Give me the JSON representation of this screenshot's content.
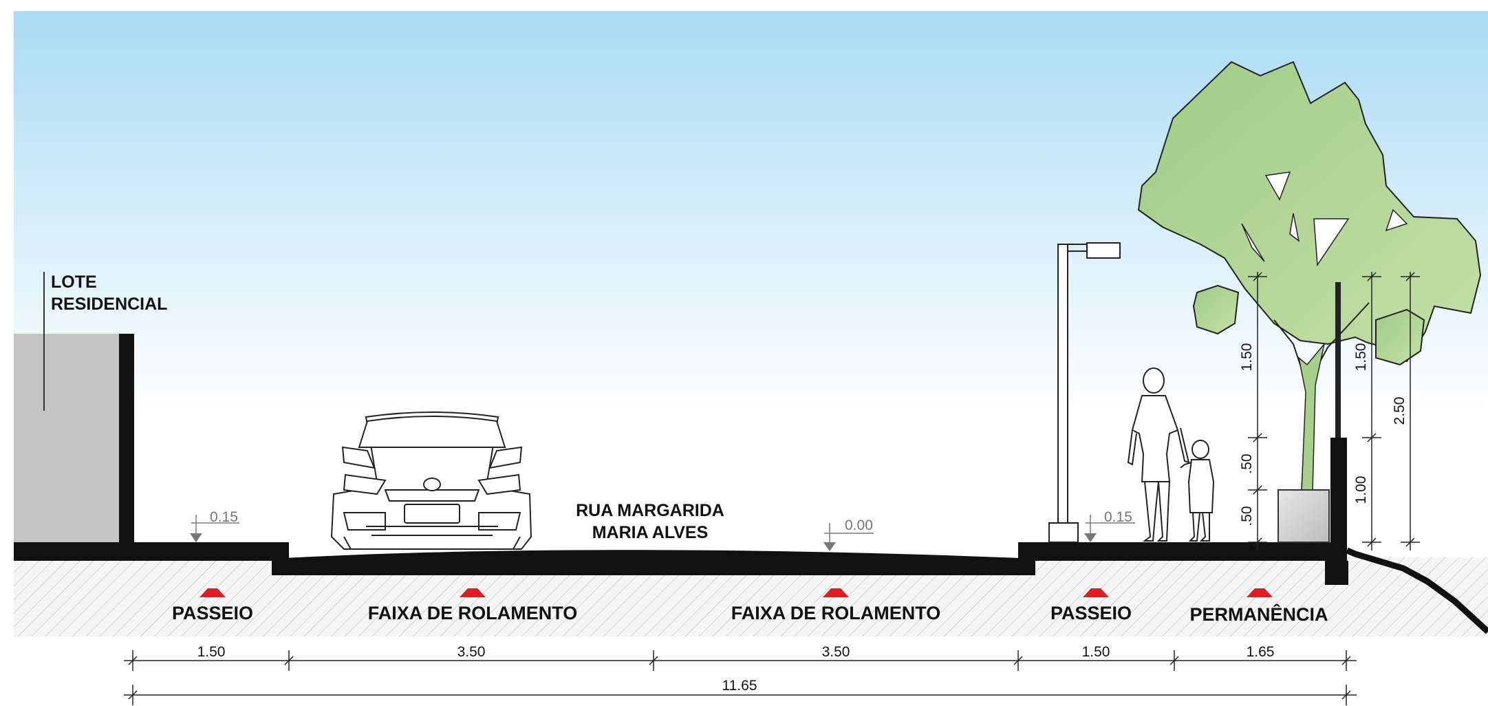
{
  "labels": {
    "lot_line1": "LOTE",
    "lot_line2": "RESIDENCIAL",
    "street_line1": "RUA MARGARIDA",
    "street_line2": "MARIA ALVES"
  },
  "levels": {
    "left_sidewalk": "0.15",
    "road": "0.00",
    "right_sidewalk": "0.15"
  },
  "zones": [
    "PASSEIO",
    "FAIXA DE ROLAMENTO",
    "FAIXA DE ROLAMENTO",
    "PASSEIO",
    "PERMANÊNCIA"
  ],
  "dimensions": {
    "widths": [
      "1.50",
      "3.50",
      "3.50",
      "1.50",
      "1.65"
    ],
    "total": "11.65",
    "tree_heights": [
      "1.50",
      ".50",
      ".50"
    ],
    "wall_heights": [
      "1.50",
      "1.00"
    ],
    "overall_height": "2.50"
  },
  "colors": {
    "sky_top": "#a9dbf3",
    "sky_bottom": "#ffffff",
    "ground": "#f4f4f4",
    "hatch": "#c8c8c8",
    "structure": "#111111",
    "lot": "#c4c4c4",
    "tree": "#a8d08d",
    "marker": "#e21b23"
  }
}
